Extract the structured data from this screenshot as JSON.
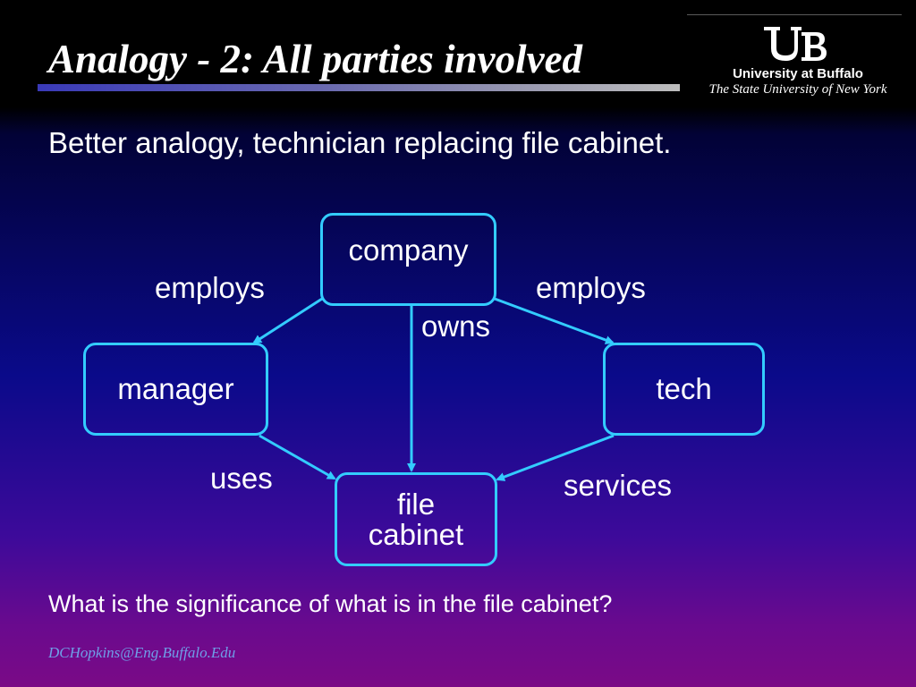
{
  "slide": {
    "title": "Analogy - 2: All parties involved",
    "subtitle": "Better analogy, technician replacing file cabinet.",
    "question": "What is the significance of what is in the file cabinet?",
    "footer": "DCHopkins@Eng.Buffalo.Edu"
  },
  "logo": {
    "mark": "UB",
    "name": "University at Buffalo",
    "subtitle": "The State University of New York"
  },
  "diagram": {
    "nodes": {
      "company": "company",
      "manager": "manager",
      "tech": "tech",
      "file_cabinet": [
        "file",
        "cabinet"
      ]
    },
    "edges": [
      {
        "from": "company",
        "to": "manager",
        "label": "employs"
      },
      {
        "from": "company",
        "to": "tech",
        "label": "employs"
      },
      {
        "from": "company",
        "to": "file_cabinet",
        "label": "owns"
      },
      {
        "from": "manager",
        "to": "file_cabinet",
        "label": "uses"
      },
      {
        "from": "tech",
        "to": "file_cabinet",
        "label": "services"
      }
    ]
  },
  "colors": {
    "box_border": "#33ccff",
    "arrow": "#33ccff",
    "text": "#ffffff",
    "footer_text": "#6f9fe8"
  }
}
